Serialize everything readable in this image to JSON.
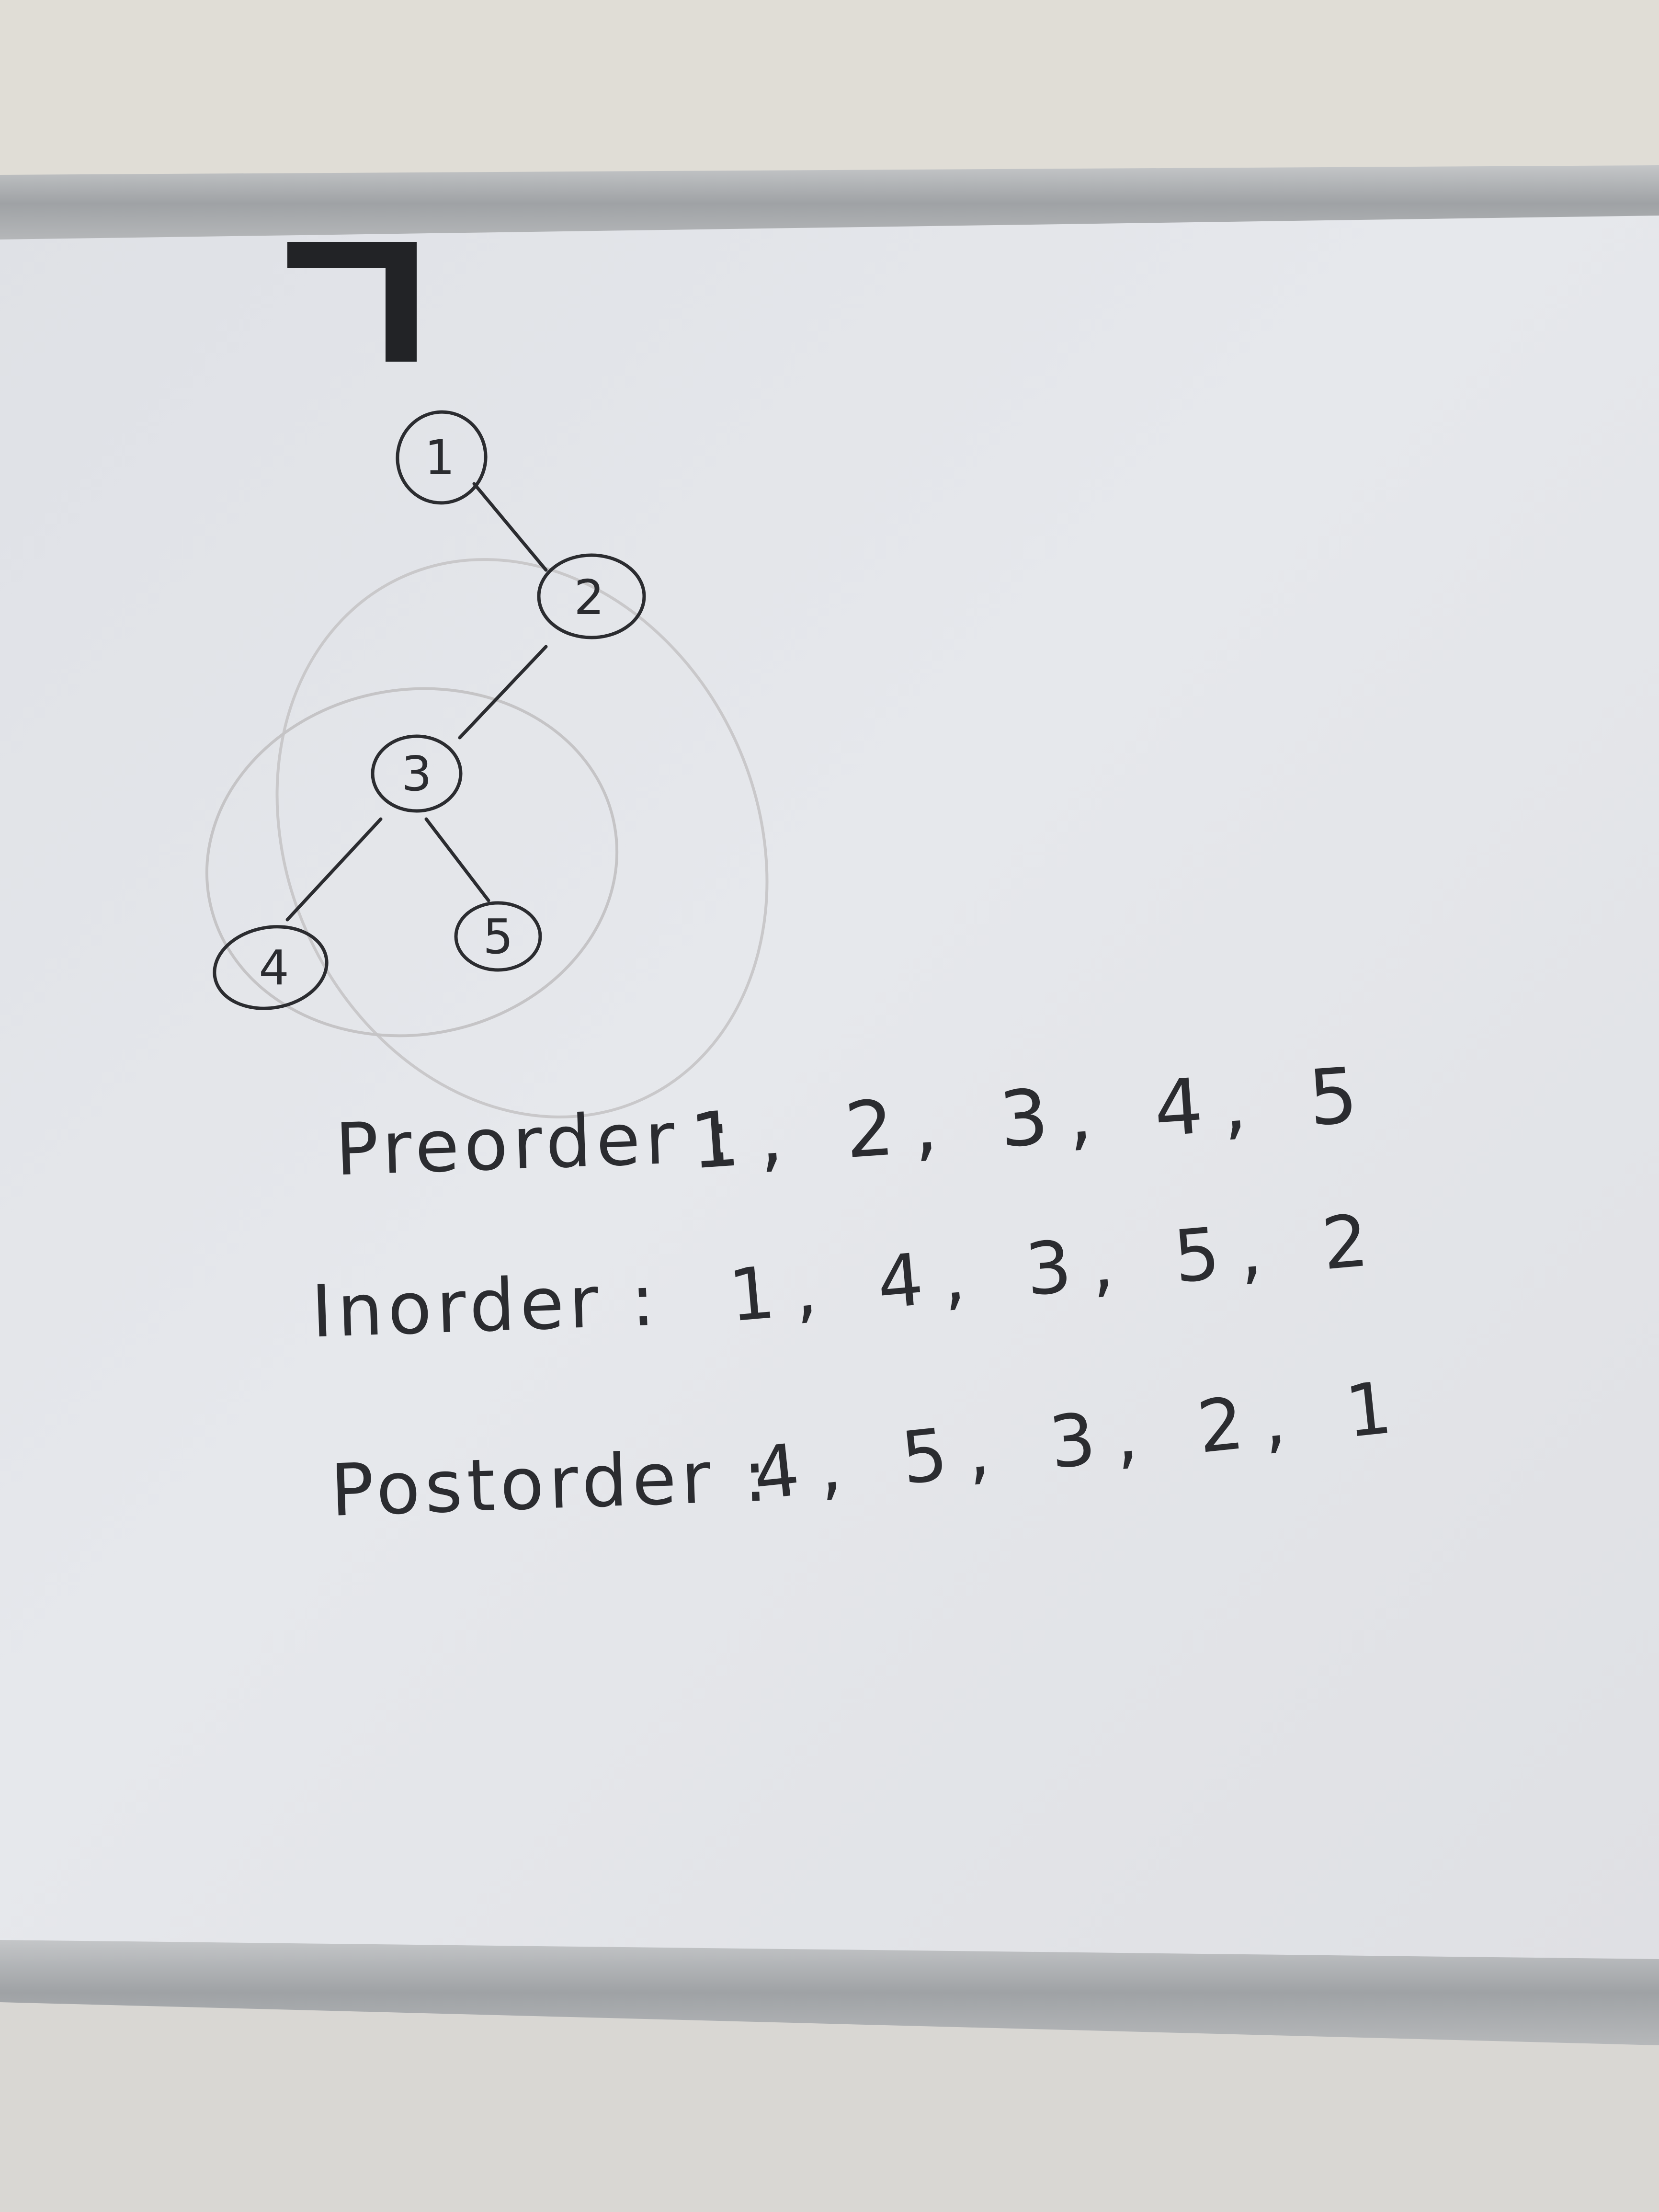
{
  "tree": {
    "nodes": [
      {
        "id": "1",
        "label": "1"
      },
      {
        "id": "2",
        "label": "2"
      },
      {
        "id": "3",
        "label": "3"
      },
      {
        "id": "4",
        "label": "4"
      },
      {
        "id": "5",
        "label": "5"
      }
    ],
    "edges": [
      {
        "from": "1",
        "to": "2"
      },
      {
        "from": "2",
        "to": "3"
      },
      {
        "from": "3",
        "to": "4"
      },
      {
        "from": "3",
        "to": "5"
      }
    ]
  },
  "traversals": {
    "preorder": {
      "label": "Preorder :",
      "value": "1, 2, 3, 4, 5"
    },
    "inorder": {
      "label": "Inorder :",
      "value": "1, 4, 3, 5, 2"
    },
    "postorder": {
      "label": "Postorder :",
      "value": "4, 5, 3, 2, 1"
    }
  },
  "colors": {
    "ink": "#2b2c30",
    "board": "#e4e6ea",
    "frame": "#a9acaf",
    "wall": "#d8d6d3",
    "faint_ink": "#bdbcbd"
  }
}
